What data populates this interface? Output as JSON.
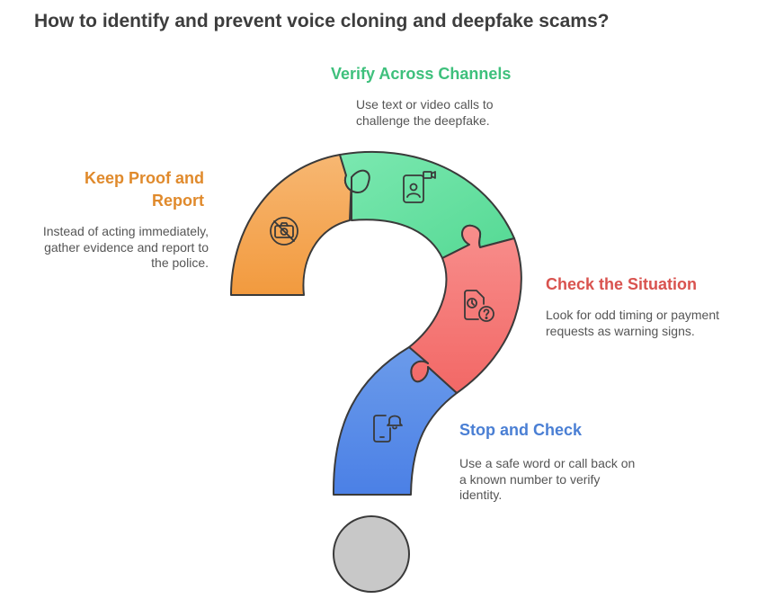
{
  "title": "How to identify and prevent voice cloning and deepfake scams?",
  "colors": {
    "orange": "#f3a55a",
    "green": "#6ee3a6",
    "red": "#f47f7f",
    "blue": "#5f90e8",
    "dot": "#c8c8c8",
    "outline": "#3a3a3a"
  },
  "steps": [
    {
      "heading": "Verify Across Channels",
      "description": [
        "Use text or video calls to",
        "challenge the deepfake."
      ],
      "color": "#3ec07c",
      "icon": "video-call-phone-icon"
    },
    {
      "heading": [
        "Keep Proof and",
        "Report"
      ],
      "description": [
        "Instead of acting immediately,",
        "gather evidence and report to",
        "the police."
      ],
      "color": "#e08a2c",
      "icon": "no-camera-icon"
    },
    {
      "heading": "Check the Situation",
      "description": [
        "Look for odd timing or payment",
        "requests as warning signs."
      ],
      "color": "#d9534f",
      "icon": "document-clock-question-icon"
    },
    {
      "heading": "Stop and Check",
      "description": [
        "Use a safe word or call back on",
        "a known number to verify",
        "identity."
      ],
      "color": "#4a7fd4",
      "icon": "phone-alert-icon"
    }
  ]
}
